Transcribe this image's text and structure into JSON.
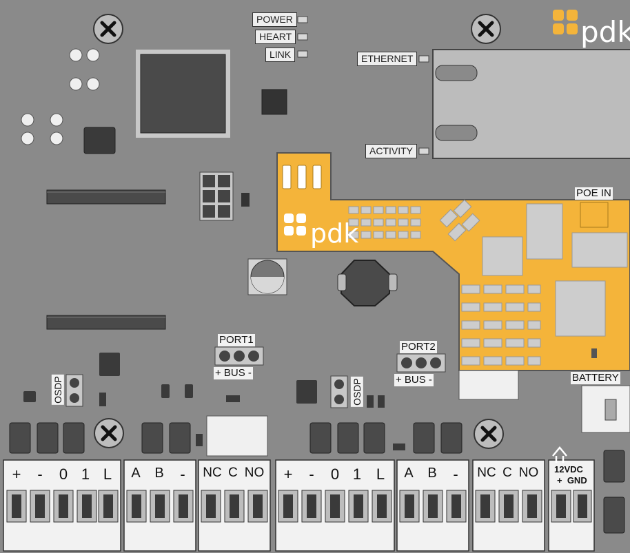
{
  "leds": {
    "power": "POWER",
    "heart": "HEART",
    "link": "LINK"
  },
  "ethernet": {
    "ethernet": "ETHERNET",
    "activity": "ACTIVITY"
  },
  "poe": {
    "poe_in": "POE IN"
  },
  "ports": {
    "port1": "PORT1",
    "port2": "PORT2",
    "bus": "+ BUS -"
  },
  "osdp": "OSDP",
  "battery": "BATTERY",
  "brand": "pdk",
  "terminals": {
    "reader1": [
      "+",
      "-",
      "0",
      "1",
      "L"
    ],
    "bus1": [
      "A",
      "B",
      "-"
    ],
    "relay1": [
      "NC",
      "C",
      "NO"
    ],
    "reader2": [
      "+",
      "-",
      "0",
      "1",
      "L"
    ],
    "bus2": [
      "A",
      "B",
      "-"
    ],
    "relay2": [
      "NC",
      "C",
      "NO"
    ],
    "power_title": "12VDC",
    "power_pins": "+  GND"
  },
  "colors": {
    "board": "#8a8a8a",
    "module": "#f4b43a",
    "terminal": "#f2f2f2"
  }
}
